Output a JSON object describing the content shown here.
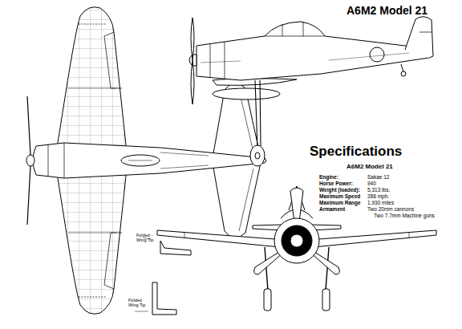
{
  "diagram": {
    "title": "A6M2 Model 21",
    "labels": [
      "Specifications",
      "A6M2 Model 21",
      "Engine:",
      "Sakae 12",
      "Horse Power:",
      "940",
      "Weight (loaded):",
      "5,313 lbs.",
      "Maximum Speed",
      "288 mph.",
      "Maximum Range",
      "1,930 miles",
      "Armament",
      "Two 20mm cannons",
      "Two 7.7mm Machine guns",
      "Folded Wing Tip",
      "Folded Wing Tip"
    ]
  }
}
